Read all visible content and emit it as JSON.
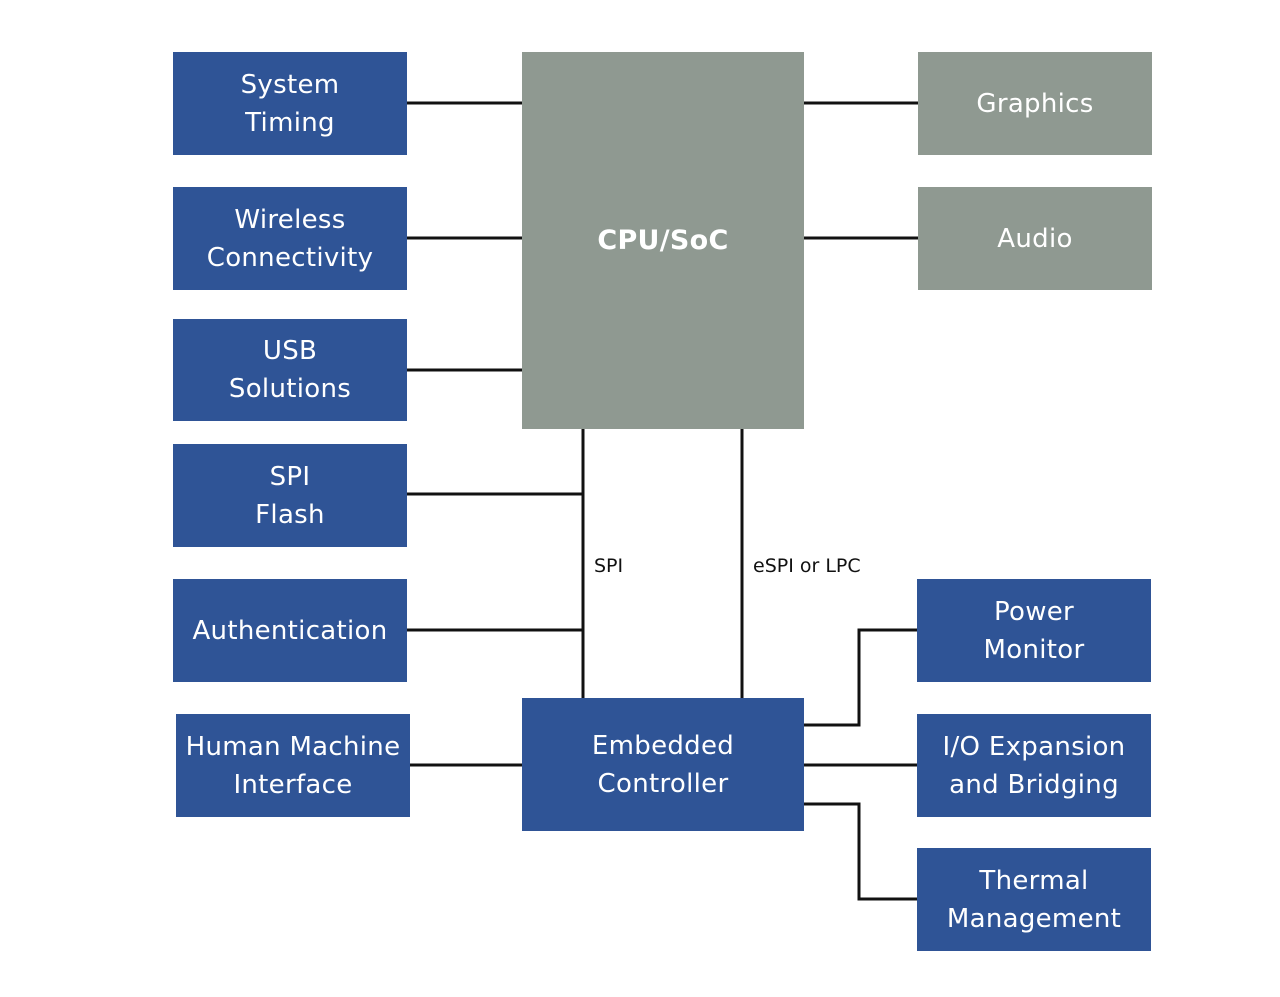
{
  "blocks": {
    "system_timing": [
      "System",
      "Timing"
    ],
    "wireless": [
      "Wireless",
      "Connectivity"
    ],
    "usb": [
      "USB",
      "Solutions"
    ],
    "spi_flash": [
      "SPI",
      "Flash"
    ],
    "authentication": [
      "Authentication"
    ],
    "hmi": [
      "Human Machine",
      "Interface"
    ],
    "cpu": "CPU/SoC",
    "graphics": "Graphics",
    "audio": "Audio",
    "ec": [
      "Embedded",
      "Controller"
    ],
    "power_monitor": [
      "Power",
      "Monitor"
    ],
    "io_expansion": [
      "I/O Expansion",
      "and Bridging"
    ],
    "thermal": [
      "Thermal",
      "Management"
    ]
  },
  "bus_labels": {
    "spi": "SPI",
    "espi": "eSPI or LPC"
  },
  "colors": {
    "blue_block": "#2f5496",
    "gray_block": "#8f9991",
    "connector": "#111111"
  }
}
